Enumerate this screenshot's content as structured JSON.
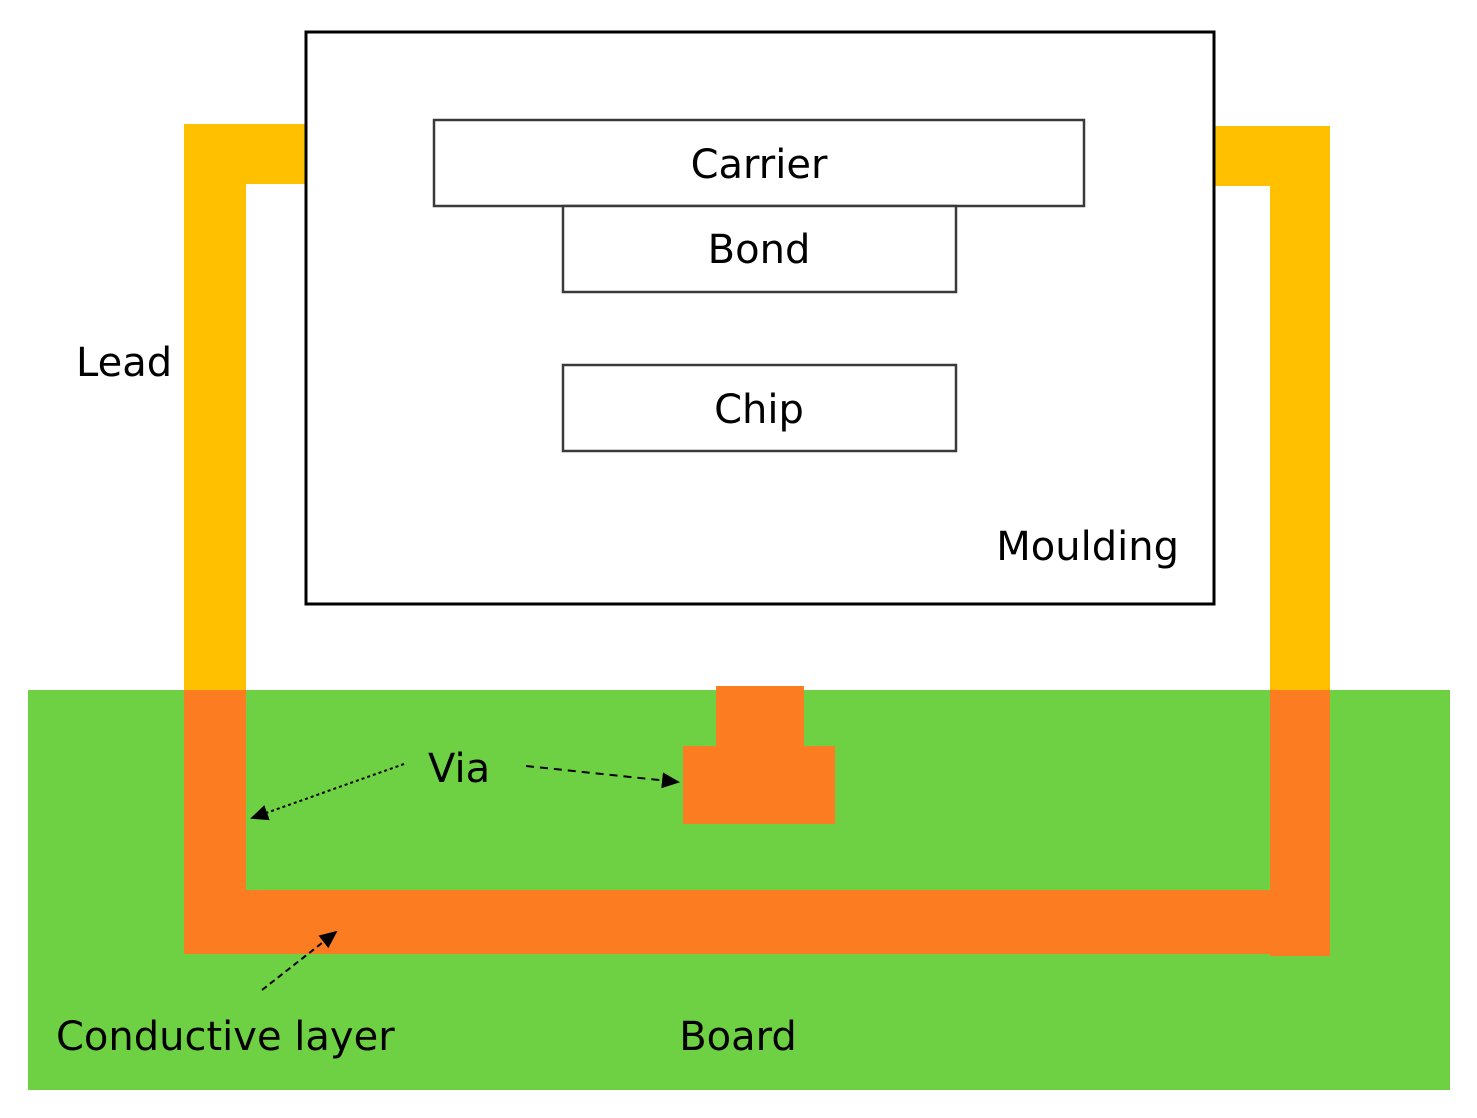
{
  "labels": {
    "carrier": "Carrier",
    "bond": "Bond",
    "chip": "Chip",
    "moulding": "Moulding",
    "lead": "Lead",
    "via": "Via",
    "conductive_layer": "Conductive layer",
    "board": "Board"
  },
  "colors": {
    "board": "#6dd143",
    "lead": "#ffc000",
    "conductive": "#fc7c22",
    "outline": "#000000",
    "background": "#ffffff"
  }
}
